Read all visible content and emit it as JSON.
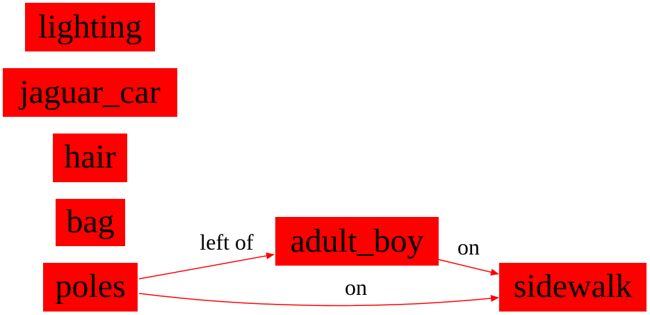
{
  "diagram": {
    "colors": {
      "node_fill": "#ff0000",
      "edge_color": "#ff0000",
      "text": "#000000",
      "background": "#ffffff"
    },
    "nodes": [
      {
        "id": "lighting",
        "label": "lighting"
      },
      {
        "id": "jaguar_car",
        "label": "jaguar_car"
      },
      {
        "id": "hair",
        "label": "hair"
      },
      {
        "id": "bag",
        "label": "bag"
      },
      {
        "id": "poles",
        "label": "poles"
      },
      {
        "id": "adult_boy",
        "label": "adult_boy"
      },
      {
        "id": "sidewalk",
        "label": "sidewalk"
      }
    ],
    "edges": [
      {
        "from": "poles",
        "to": "adult_boy",
        "label": "left of"
      },
      {
        "from": "adult_boy",
        "to": "sidewalk",
        "label": "on"
      },
      {
        "from": "poles",
        "to": "sidewalk",
        "label": "on"
      }
    ]
  }
}
